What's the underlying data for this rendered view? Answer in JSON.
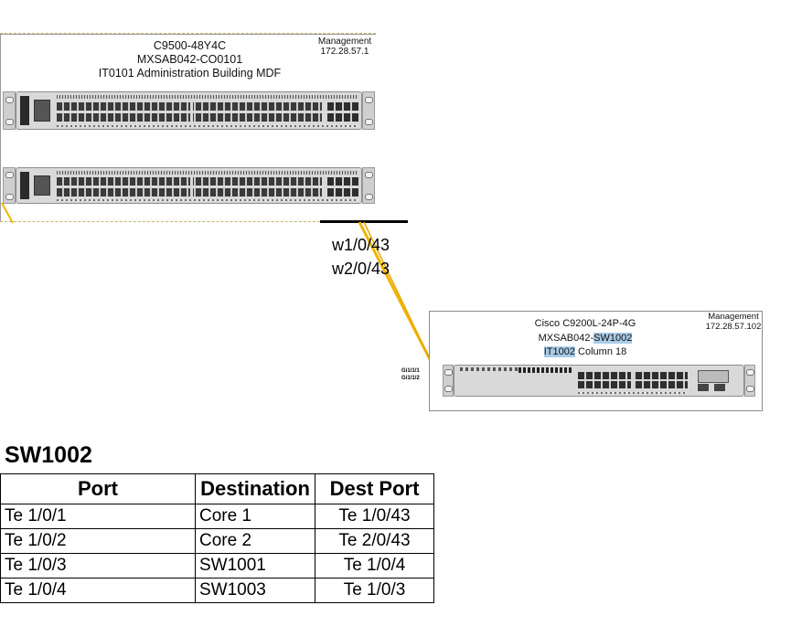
{
  "core": {
    "model": "C9500-48Y4C",
    "hostname": "MXSAB042-CO0101",
    "location": "IT0101 Administration Building MDF",
    "mgmt_label": "Management",
    "mgmt_ip": "172.28.57.1"
  },
  "links": {
    "label_1": "w1/0/43",
    "label_2": "w2/0/43",
    "access_port_1": "Gi1/1/1",
    "access_port_2": "Gi1/1/2"
  },
  "access": {
    "model": "Cisco C9200L-24P-4G",
    "hostname_prefix": "MXSAB042-",
    "hostname_highlight": "SW1002",
    "location_highlight": "IT1002",
    "location_rest": " Column 18",
    "mgmt_label": "Management",
    "mgmt_ip": "172.28.57.102"
  },
  "table": {
    "title": "SW1002",
    "headers": [
      "Port",
      "Destination",
      "Dest Port"
    ],
    "rows": [
      [
        "Te 1/0/1",
        "Core 1",
        "Te 1/0/43"
      ],
      [
        "Te 1/0/2",
        "Core 2",
        "Te 2/0/43"
      ],
      [
        "Te 1/0/3",
        "SW1001",
        "Te 1/0/4"
      ],
      [
        "Te 1/0/4",
        "SW1003",
        "Te 1/0/3"
      ]
    ]
  },
  "colors": {
    "link": "#f0b400",
    "highlight": "#a9cbe8"
  }
}
